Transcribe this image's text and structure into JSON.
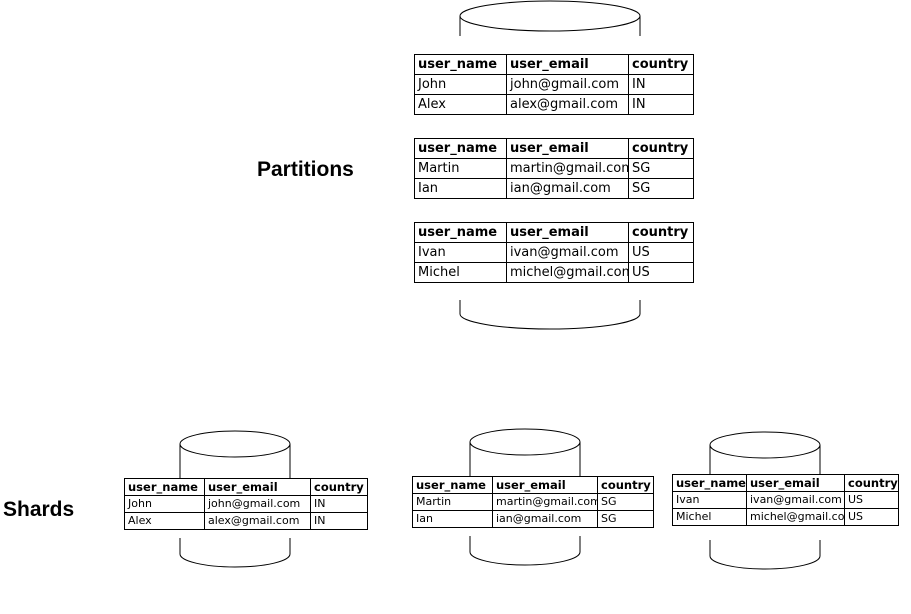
{
  "labels": {
    "partitions": "Partitions",
    "shards": "Shards"
  },
  "columns": [
    "user_name",
    "user_email",
    "country"
  ],
  "partitions": [
    {
      "rows": [
        [
          "John",
          "john@gmail.com",
          "IN"
        ],
        [
          "Alex",
          "alex@gmail.com",
          "IN"
        ]
      ]
    },
    {
      "rows": [
        [
          "Martin",
          "martin@gmail.com",
          "SG"
        ],
        [
          "Ian",
          "ian@gmail.com",
          "SG"
        ]
      ]
    },
    {
      "rows": [
        [
          "Ivan",
          "ivan@gmail.com",
          "US"
        ],
        [
          "Michel",
          "michel@gmail.com",
          "US"
        ]
      ]
    }
  ],
  "shards": [
    {
      "rows": [
        [
          "John",
          "john@gmail.com",
          "IN"
        ],
        [
          "Alex",
          "alex@gmail.com",
          "IN"
        ]
      ]
    },
    {
      "rows": [
        [
          "Martin",
          "martin@gmail.com",
          "SG"
        ],
        [
          "Ian",
          "ian@gmail.com",
          "SG"
        ]
      ]
    },
    {
      "rows": [
        [
          "Ivan",
          "ivan@gmail.com",
          "US"
        ],
        [
          "Michel",
          "michel@gmail.com",
          "US"
        ]
      ]
    }
  ]
}
